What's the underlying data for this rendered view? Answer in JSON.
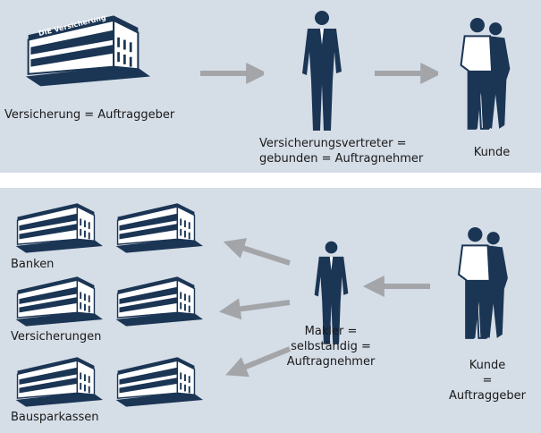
{
  "top": {
    "insurer_label": "Versicherung = Auftraggeber",
    "insurer_building_sign": "DIE Versicherung",
    "agent_label_line1": "Versicherungsvertreter =",
    "agent_label_line2": "gebunden = Auftragnehmer",
    "customer_label": "Kunde"
  },
  "bottom": {
    "banks_label": "Banken",
    "insurers_label": "Versicherungen",
    "building_societies_label": "Bausparkassen",
    "broker_label_line1": "Makler =",
    "broker_label_line2": "selbständig =",
    "broker_label_line3": "Auftragnehmer",
    "customer_label_line1": "Kunde",
    "customer_label_line2": "=",
    "customer_label_line3": "Auftraggeber"
  },
  "colors": {
    "background": "#d5dde7",
    "figure": "#1b3554",
    "arrow": "#a3a5a8"
  }
}
